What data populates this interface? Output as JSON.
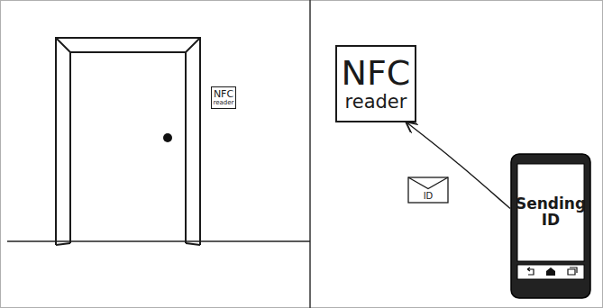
{
  "diagram": {
    "nodes": [
      {
        "text": [
          "NFC",
          "reader"
        ]
      },
      {
        "text": [
          "NFC",
          "reader"
        ]
      },
      {
        "text": [
          "ID"
        ]
      },
      {
        "text": [
          "Sending ID"
        ]
      }
    ],
    "edges": [
      {
        "from": 3,
        "to": 1,
        "arrow": "to"
      }
    ]
  }
}
